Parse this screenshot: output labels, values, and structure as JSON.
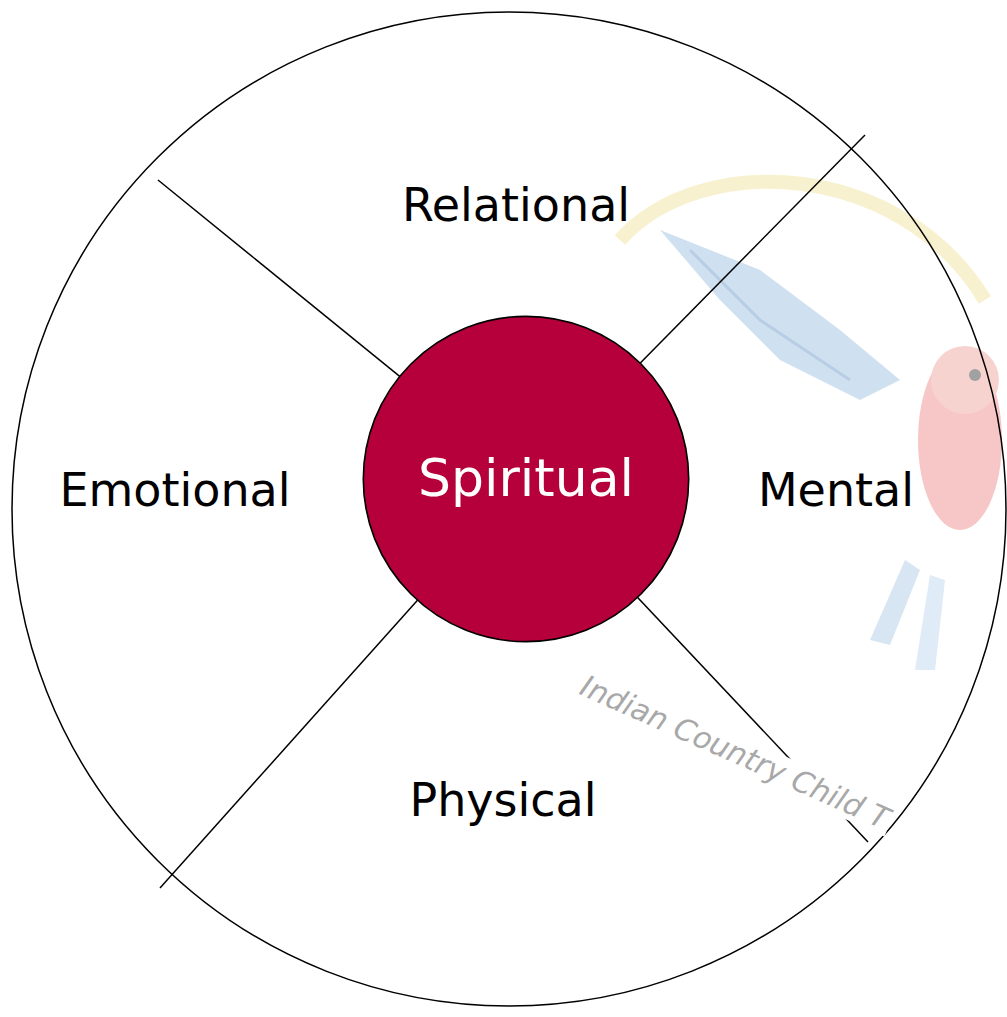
{
  "diagram": {
    "nodes": [
      {
        "text": [
          "Spiritual"
        ]
      }
    ],
    "labels": [
      "Relational",
      "Emotional",
      "Mental",
      "Physical",
      "Indian Country Child T"
    ]
  }
}
